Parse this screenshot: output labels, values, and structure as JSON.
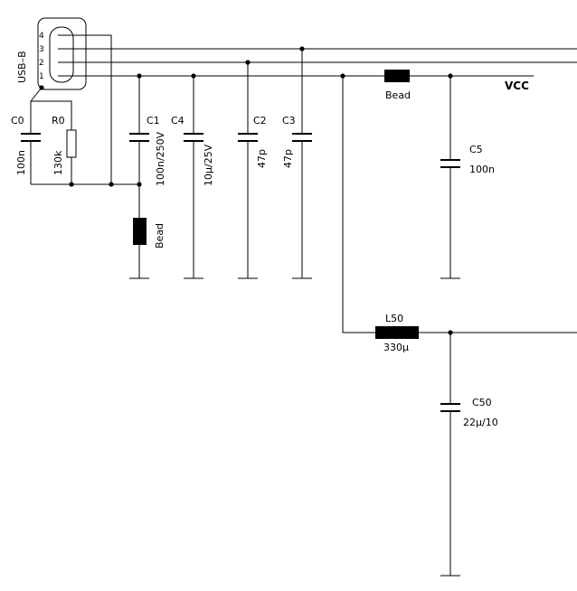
{
  "connector": {
    "label": "USB–B",
    "pins": [
      "4",
      "3",
      "2",
      "1"
    ]
  },
  "net": {
    "vcc": "VCC"
  },
  "components": {
    "c0": {
      "ref": "C0",
      "value": "100n"
    },
    "r0": {
      "ref": "R0",
      "value": "130k"
    },
    "c1": {
      "ref": "C1",
      "value": "100n/250V"
    },
    "c4": {
      "ref": "C4",
      "value": "10µ/25V"
    },
    "c2": {
      "ref": "C2",
      "value": "47p"
    },
    "c3": {
      "ref": "C3",
      "value": "47p"
    },
    "c5": {
      "ref": "C5",
      "value": "100n"
    },
    "bead_top": {
      "value": "Bead"
    },
    "bead_shield": {
      "value": "Bead"
    },
    "l50": {
      "ref": "L50",
      "value": "330µ"
    },
    "c50": {
      "ref": "C50",
      "value": "22µ/10"
    }
  }
}
